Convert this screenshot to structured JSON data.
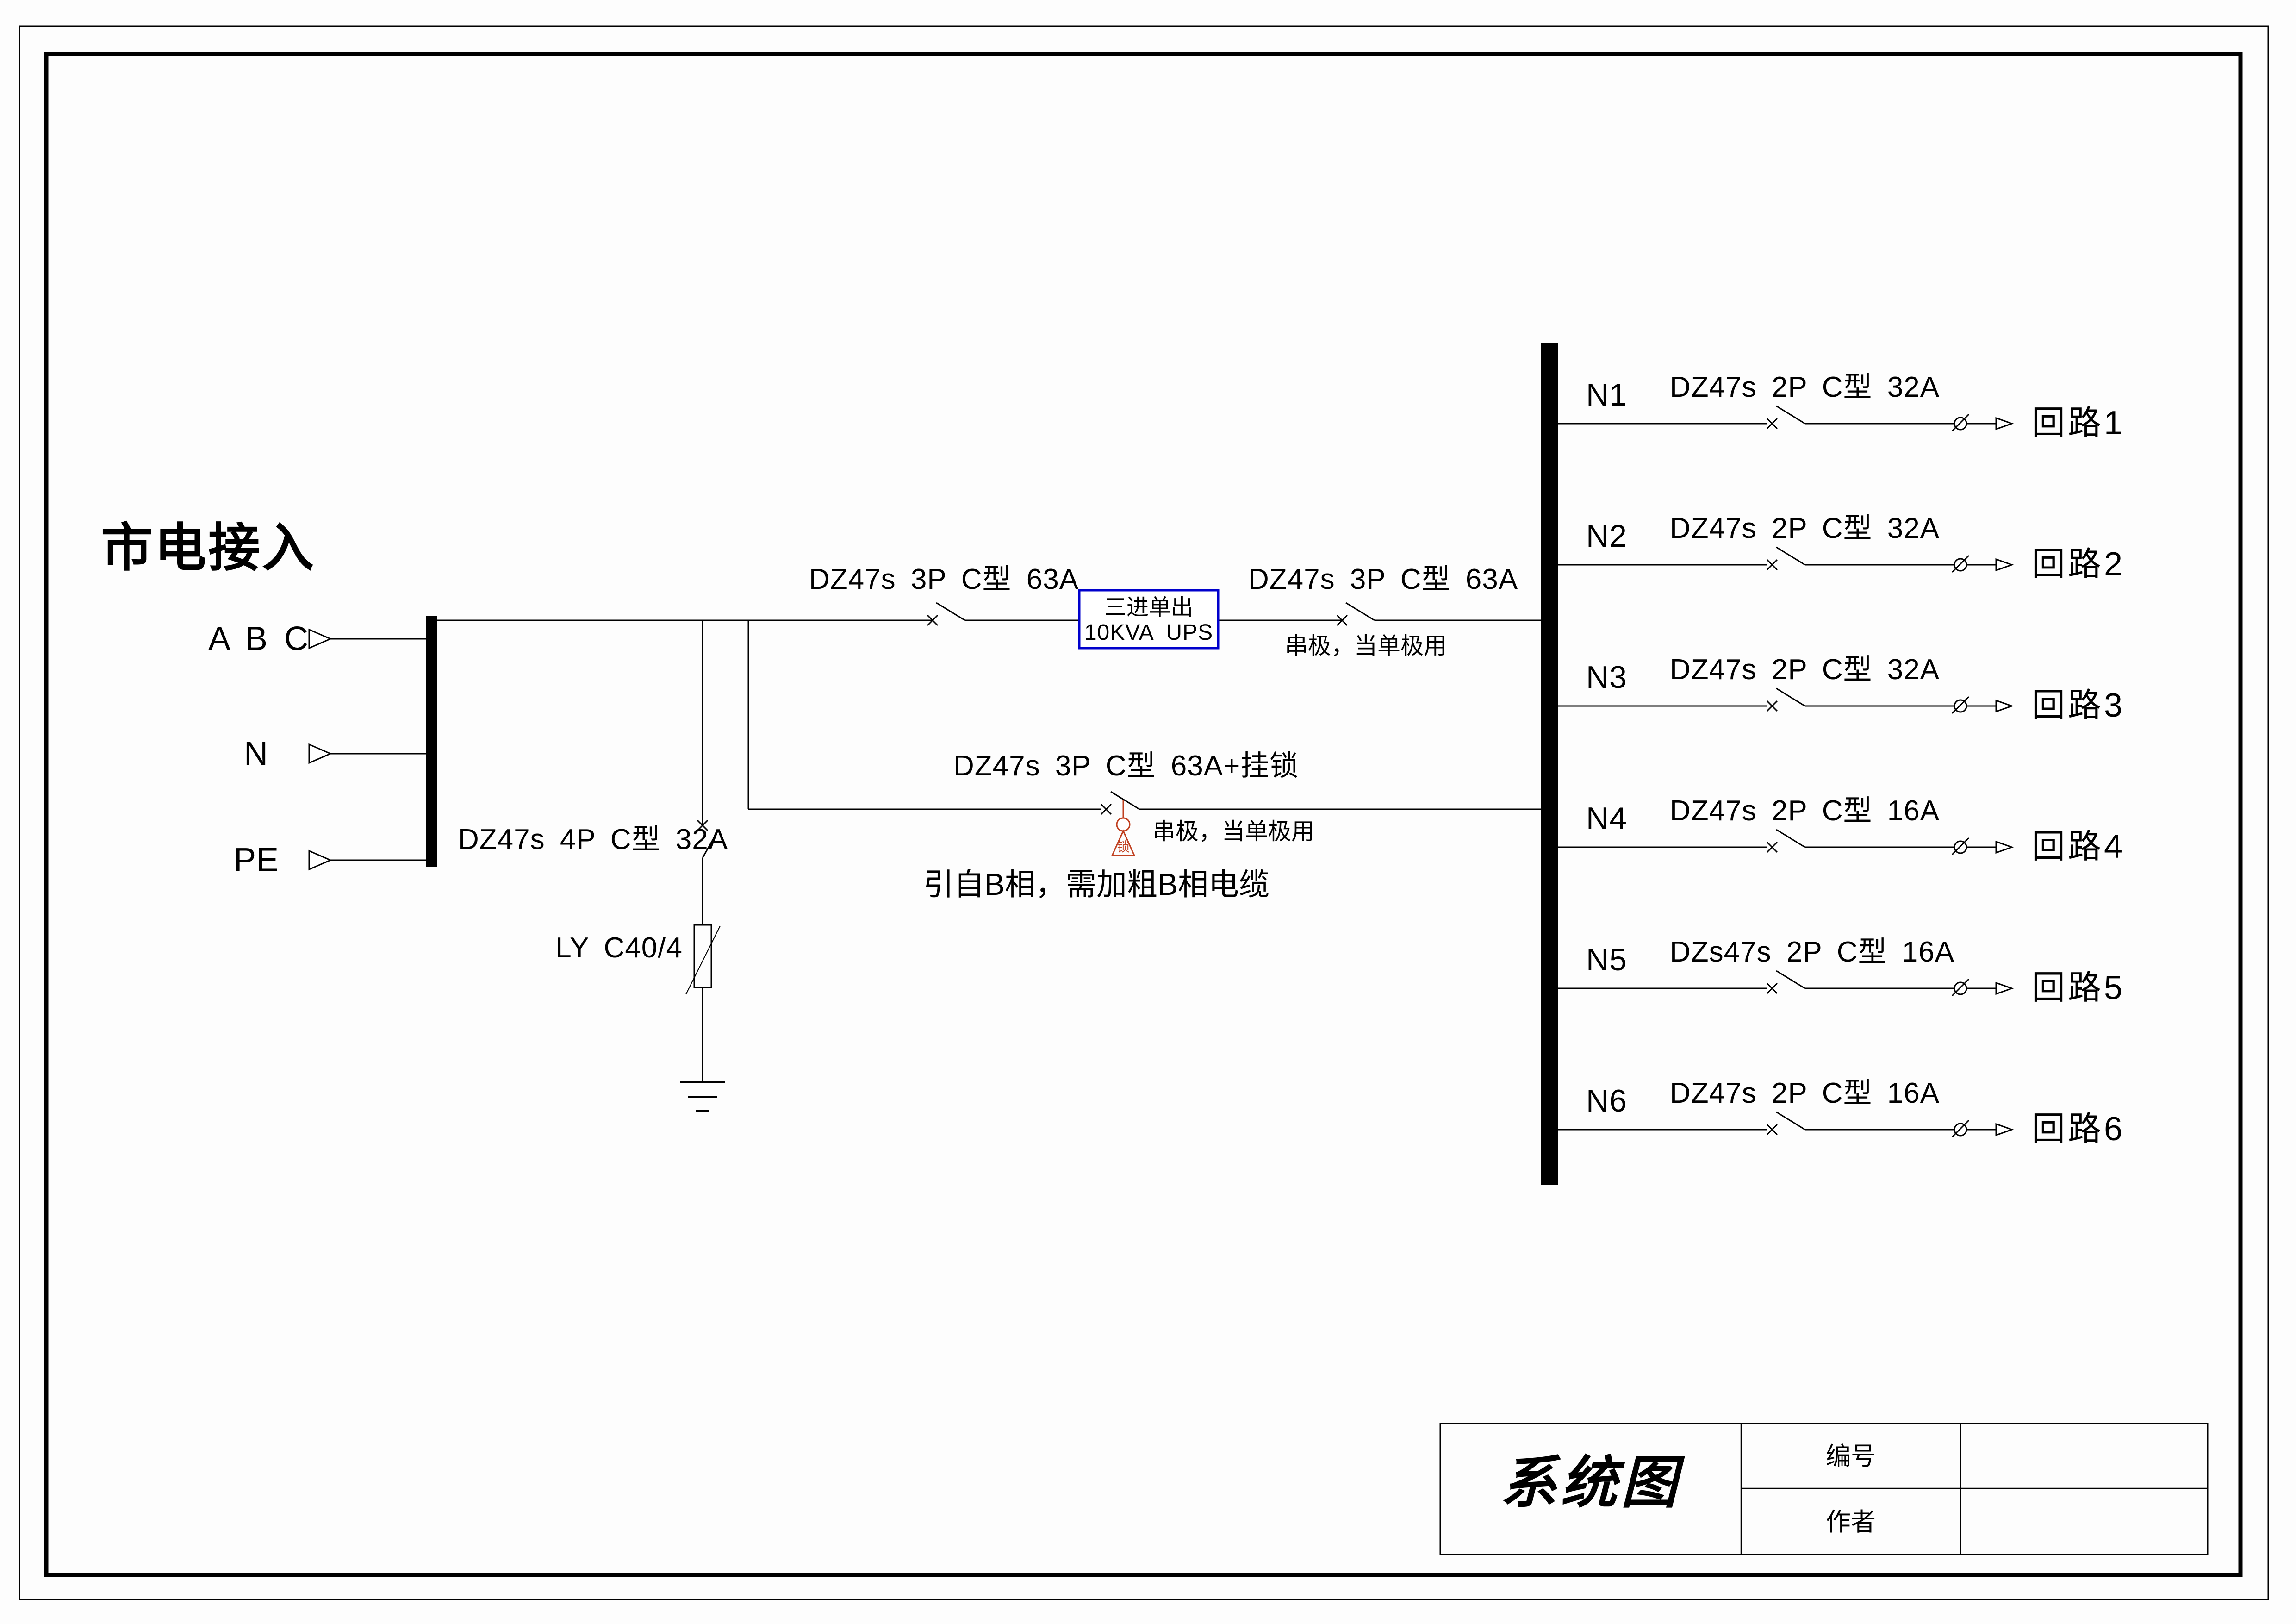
{
  "source": {
    "title": "市电接入",
    "phases": {
      "abc": "A B C",
      "n": "N",
      "pe": "PE"
    }
  },
  "main_breaker": {
    "label": "DZ47s 4P C型 32A"
  },
  "arrester": {
    "label": "LY C40/4"
  },
  "feed": {
    "breaker1_label": "DZ47s 3P C型 63A",
    "ups_line1": "三进单出",
    "ups_line2": "10KVA UPS",
    "breaker2_label": "DZ47s 3P C型 63A",
    "breaker2_note": "串极，当单极用"
  },
  "bypass": {
    "breaker_label": "DZ47s 3P C型 63A+挂锁",
    "lock_char": "锁",
    "note": "串极，当单极用",
    "cable_note": "引自B相，需加粗B相电缆"
  },
  "circuits": {
    "rows": [
      {
        "id": "N1",
        "breaker": "DZ47s 2P C型 32A",
        "name": "回路1"
      },
      {
        "id": "N2",
        "breaker": "DZ47s 2P C型 32A",
        "name": "回路2"
      },
      {
        "id": "N3",
        "breaker": "DZ47s 2P C型 32A",
        "name": "回路3"
      },
      {
        "id": "N4",
        "breaker": "DZ47s 2P C型 16A",
        "name": "回路4"
      },
      {
        "id": "N5",
        "breaker": "DZs47s 2P C型 16A",
        "name": "回路5"
      },
      {
        "id": "N6",
        "breaker": "DZ47s 2P C型 16A",
        "name": "回路6"
      }
    ]
  },
  "title_block": {
    "title": "系统图",
    "field1_label": "编号",
    "field2_label": "作者",
    "field1_value": "",
    "field2_value": ""
  },
  "colors": {
    "line": "#000000",
    "ups_border": "#0000cc",
    "lock": "#c04020"
  }
}
